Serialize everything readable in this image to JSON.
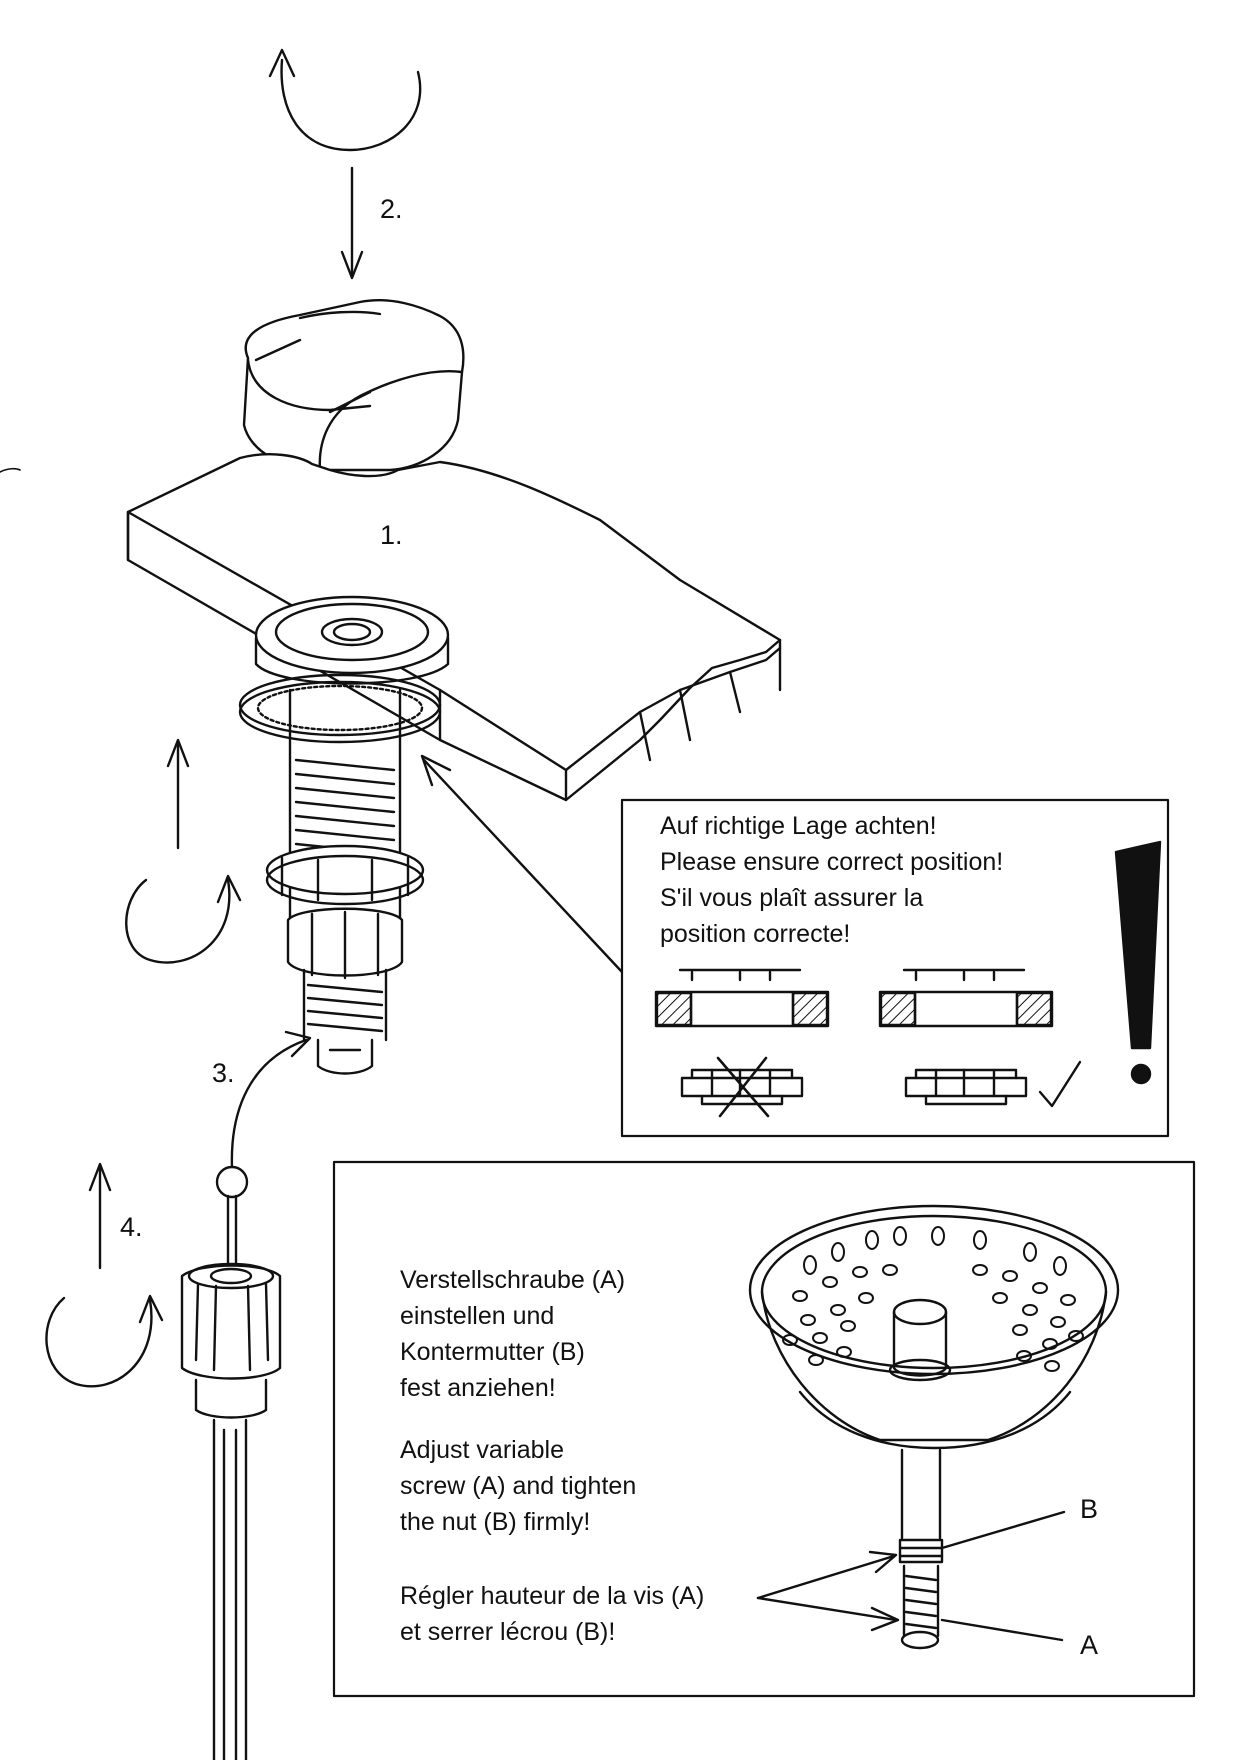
{
  "steps": [
    "1.",
    "2.",
    "3.",
    "4."
  ],
  "notice": {
    "lines": [
      "Auf richtige Lage achten!",
      "Please ensure correct position!",
      "S'il vous plaît assurer la",
      "position correcte!"
    ]
  },
  "adjust": {
    "de": [
      "Verstellschraube (A)",
      "einstellen und",
      "Kontermutter (B)",
      "fest anziehen!"
    ],
    "en": [
      "Adjust variable",
      "screw (A) and tighten",
      "the nut (B) firmly!"
    ],
    "fr": [
      "Régler hauteur de la vis (A)",
      "et serrer lécrou (B)!"
    ],
    "label_a": "A",
    "label_b": "B"
  }
}
